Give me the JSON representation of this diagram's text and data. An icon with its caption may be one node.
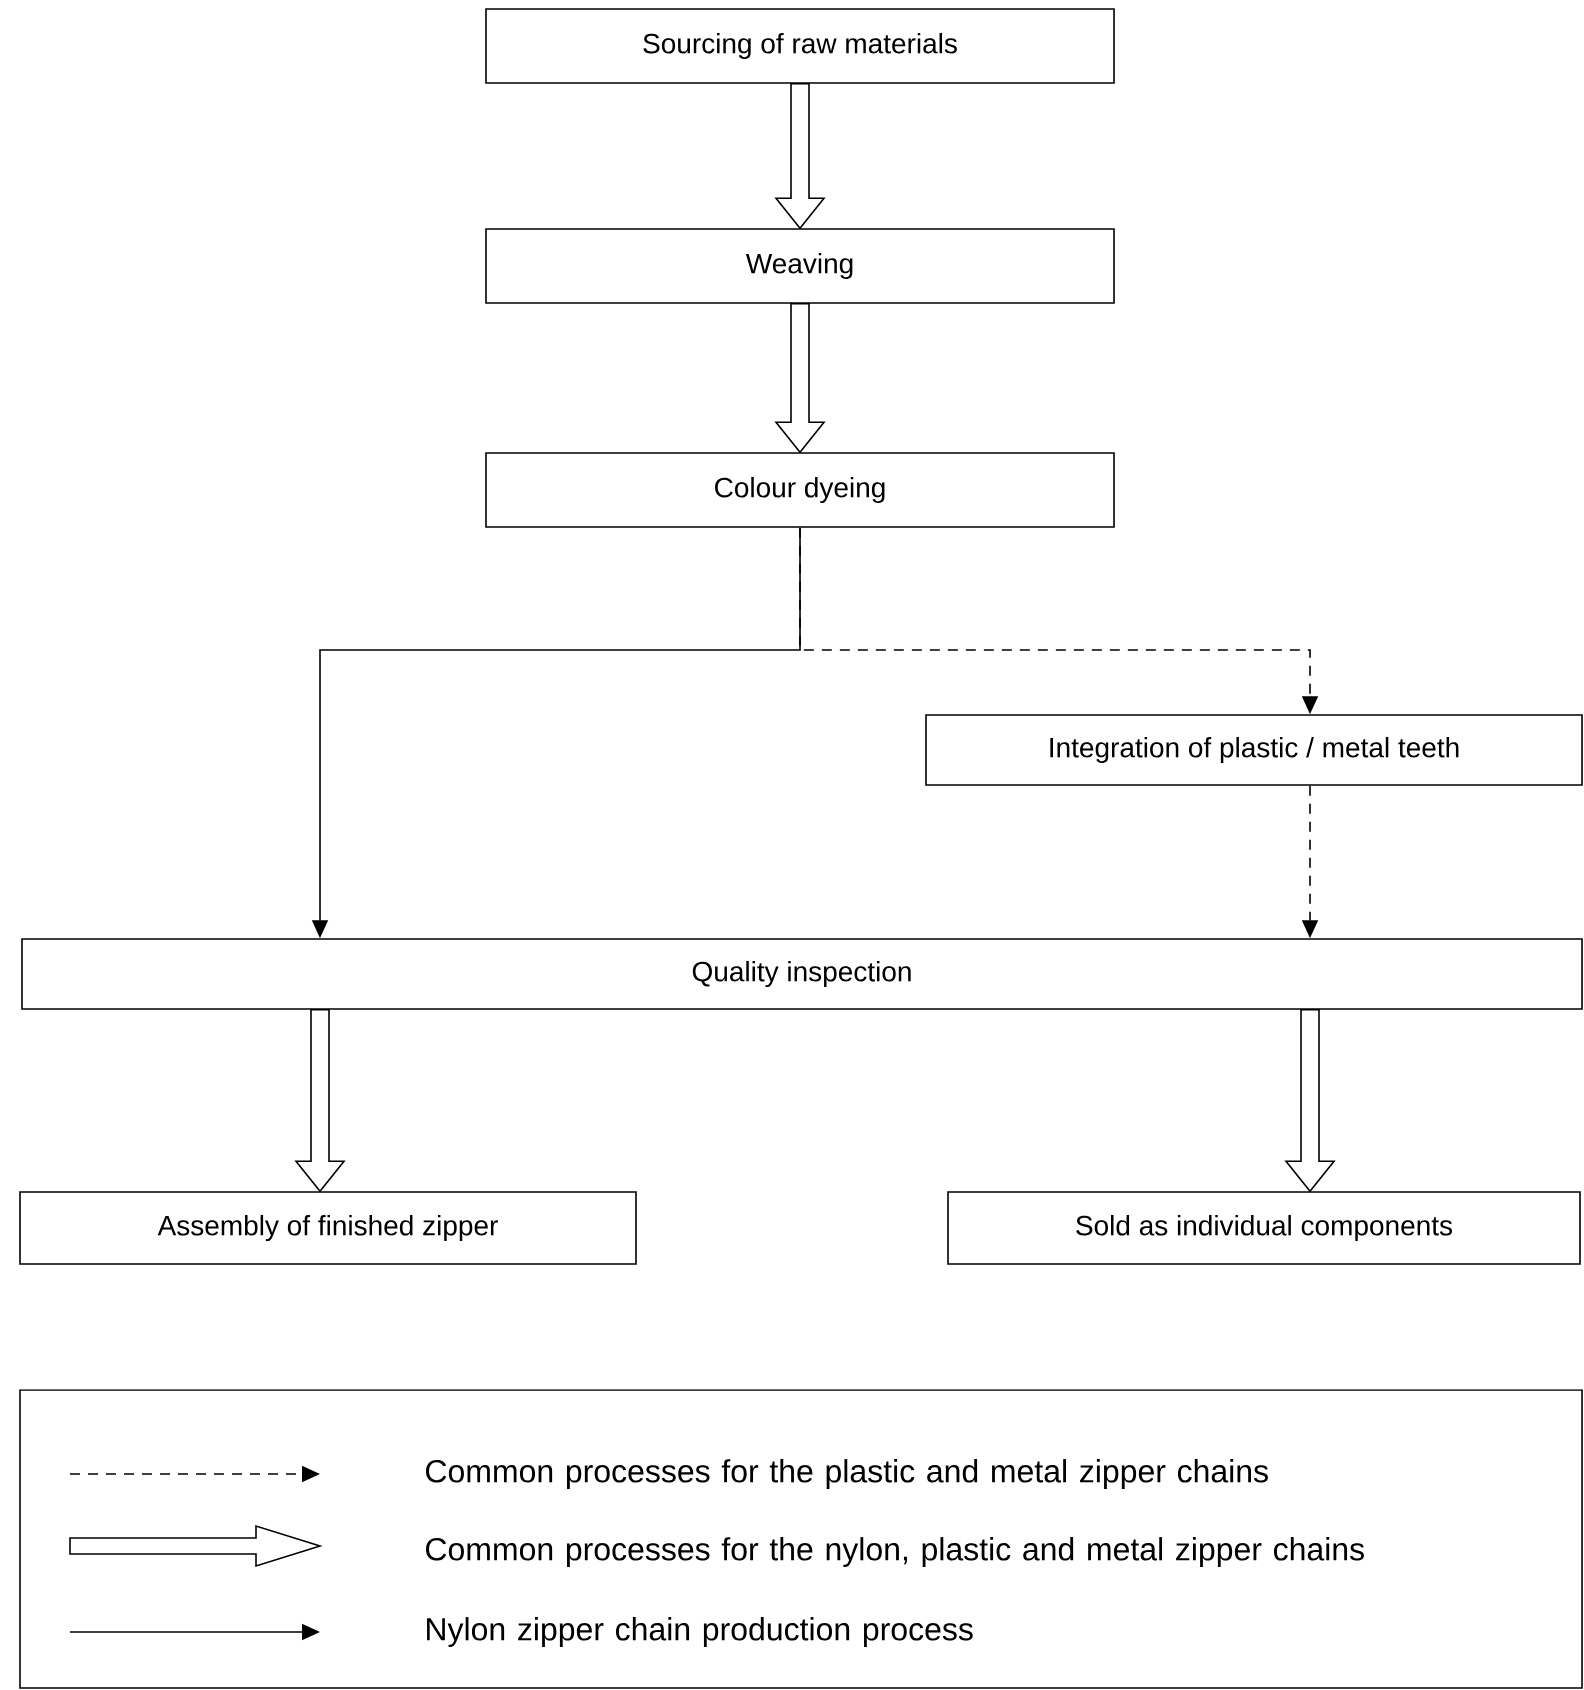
{
  "diagram": {
    "nodes": [
      {
        "text": [
          "Sourcing of raw materials"
        ]
      },
      {
        "text": [
          "Weaving"
        ]
      },
      {
        "text": [
          "Colour dyeing"
        ]
      },
      {
        "text": [
          "Integration of plastic / metal teeth"
        ]
      },
      {
        "text": [
          "Quality inspection"
        ]
      },
      {
        "text": [
          "Assembly of finished zipper"
        ]
      },
      {
        "text": [
          "Sold as individual components"
        ]
      }
    ],
    "edges": [
      {
        "from": 0,
        "to": 1,
        "arrow": "to",
        "style": "thick"
      },
      {
        "from": 1,
        "to": 2,
        "arrow": "to",
        "style": "thick"
      },
      {
        "from": 2,
        "to": 4,
        "arrow": "to"
      },
      {
        "from": 2,
        "to": 3,
        "arrow": "to",
        "style": "dashed"
      },
      {
        "from": 3,
        "to": 4,
        "arrow": "to",
        "style": "dashed"
      },
      {
        "from": 4,
        "to": 5,
        "arrow": "to",
        "style": "thick"
      },
      {
        "from": 4,
        "to": 6,
        "arrow": "to",
        "style": "thick"
      }
    ],
    "legend": [
      {
        "text": "Common processes for the plastic and metal zipper chains"
      },
      {
        "text": "Common processes for the nylon, plastic and metal zipper chains"
      },
      {
        "text": "Nylon zipper chain production process"
      }
    ]
  }
}
